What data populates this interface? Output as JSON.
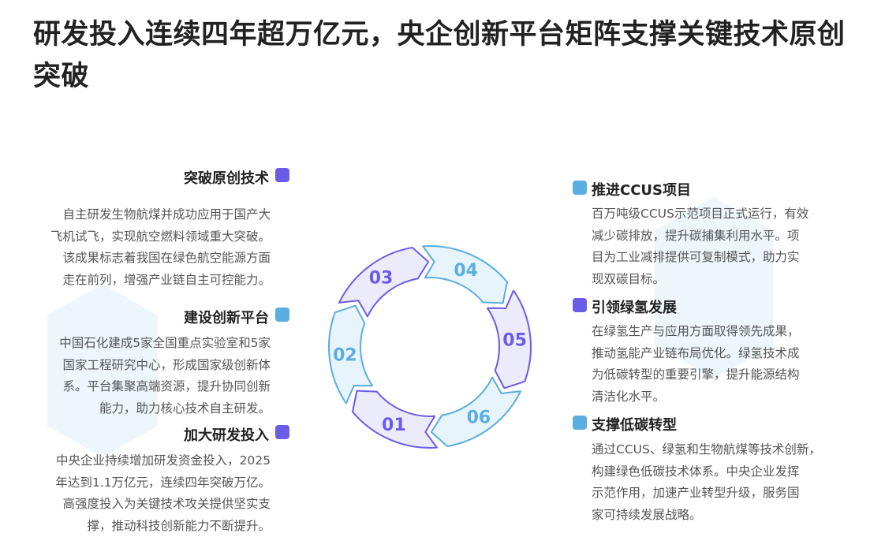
{
  "title": "研发投入连续四年超万亿元，央企创新平台矩阵支撑关键技术原创突破",
  "colors": {
    "purple": "#6b5ce7",
    "blue": "#5aaee0",
    "purple_fill": "#ecebfb",
    "blue_fill": "#e8f4fb"
  },
  "segments": [
    {
      "num": "01",
      "theme": "purple"
    },
    {
      "num": "02",
      "theme": "blue"
    },
    {
      "num": "03",
      "theme": "purple"
    },
    {
      "num": "04",
      "theme": "blue"
    },
    {
      "num": "05",
      "theme": "purple"
    },
    {
      "num": "06",
      "theme": "blue"
    }
  ],
  "left_items": [
    {
      "heading": "突破原创技术",
      "lines": [
        "自主研发生物航煤并成功应用于国产大",
        "飞机试飞，实现航空燃料领域重大突破。",
        "该成果标志着我国在绿色航空能源方面",
        "走在前列，增强产业链自主可控能力。"
      ]
    },
    {
      "heading": "建设创新平台",
      "lines": [
        "中国石化建成5家全国重点实验室和5家",
        "国家工程研究中心，形成国家级创新体",
        "系。平台集聚高端资源，提升协同创新",
        "能力，助力核心技术自主研发。"
      ]
    },
    {
      "heading": "加大研发投入",
      "lines": [
        "中央企业持续增加研发资金投入，2025",
        "年达到1.1万亿元，连续四年突破万亿。",
        "高强度投入为关键技术攻关提供坚实支",
        "撑，推动科技创新能力不断提升。"
      ]
    }
  ],
  "right_items": [
    {
      "heading": "推进CCUS项目",
      "lines": [
        "百万吨级CCUS示范项目正式运行，有效",
        "减少碳排放，提升碳捕集利用水平。项",
        "目为工业减排提供可复制模式，助力实",
        "现双碳目标。"
      ]
    },
    {
      "heading": "引领绿氢发展",
      "lines": [
        "在绿氢生产与应用方面取得领先成果，",
        "推动氢能产业链布局优化。绿氢技术成",
        "为低碳转型的重要引擎，提升能源结构",
        "清洁化水平。"
      ]
    },
    {
      "heading": "支撑低碳转型",
      "lines": [
        "通过CCUS、绿氢和生物航煤等技术创新，",
        "构建绿色低碳技术体系。中央企业发挥",
        "示范作用，加速产业转型升级，服务国",
        "家可持续发展战略。"
      ]
    }
  ]
}
